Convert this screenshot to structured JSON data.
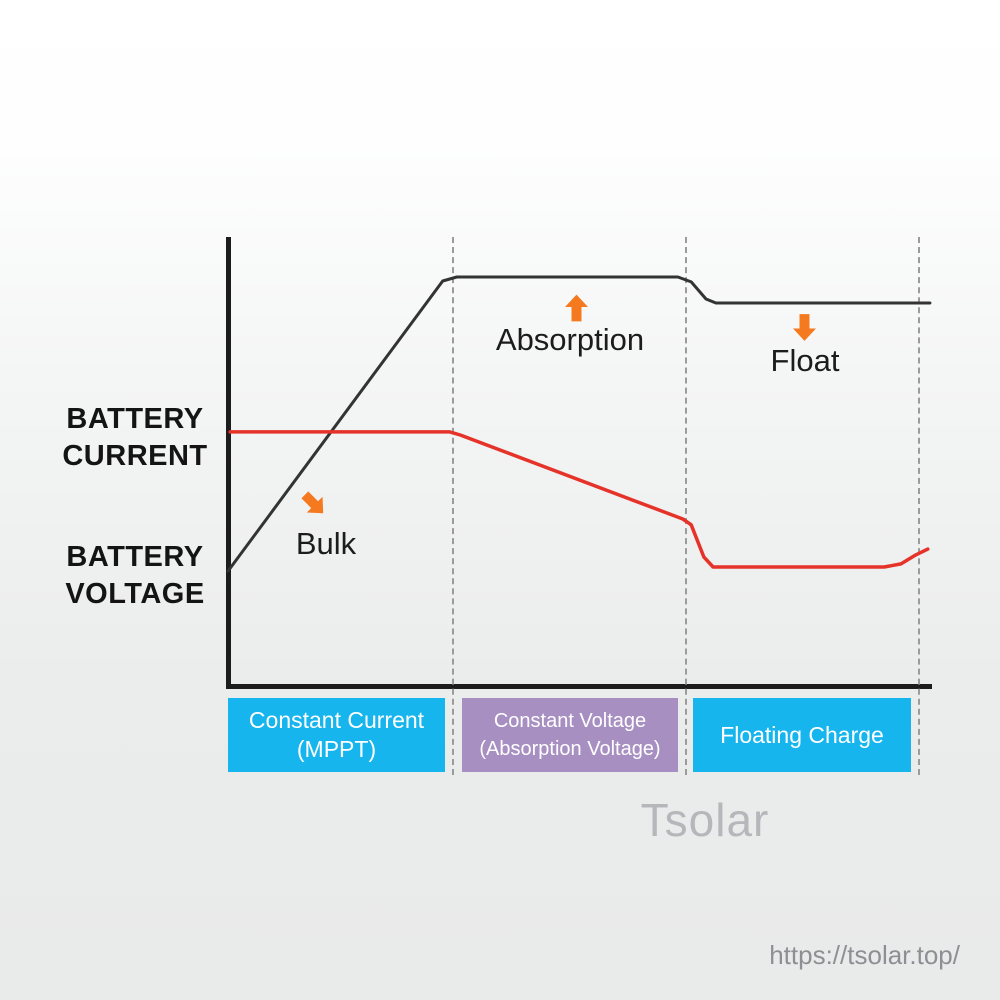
{
  "labels": {
    "current_line1": "BATTERY",
    "current_line2": "CURRENT",
    "voltage_line1": "BATTERY",
    "voltage_line2": "VOLTAGE"
  },
  "annotations": {
    "bulk": "Bulk",
    "absorption": "Absorption",
    "float": "Float"
  },
  "stages": [
    {
      "line1": "Constant Current",
      "line2": "(MPPT)",
      "color": "#16B5EE"
    },
    {
      "line1": "Constant Voltage",
      "line2": "(Absorption Voltage)",
      "color": "#A78FC2"
    },
    {
      "line1": "Floating Charge",
      "line2": "",
      "color": "#16B5EE"
    }
  ],
  "watermark": "Tsolar",
  "url": "https://tsolar.top/",
  "colors": {
    "orange_arrow": "#F5791F",
    "dashed_line": "#9B9B9B",
    "axis": "#1C1C1C"
  },
  "chart_data": {
    "type": "line",
    "title": "",
    "xlabel": "",
    "ylabel": "",
    "x_axis_note": "time (unlabeled), divided into 3 charging stages by dashed lines",
    "y_axis_note": "relative level 0-100 (unlabeled qualitative axis)",
    "grid": false,
    "legend": "none (series identified by left-side labels BATTERY CURRENT / BATTERY VOLTAGE)",
    "stage_boundaries_pct": [
      31.96,
      65.06,
      98.15
    ],
    "stage_names": [
      "Constant Current (MPPT) / Bulk",
      "Constant Voltage (Absorption Voltage) / Absorption",
      "Floating Charge / Float"
    ],
    "series": [
      {
        "name": "Battery Voltage",
        "color": "#333333",
        "width": 3,
        "points_pct": [
          [
            0,
            25.6
          ],
          [
            30.5,
            90.2
          ],
          [
            32.5,
            91.1
          ],
          [
            63.9,
            91.1
          ],
          [
            65.8,
            90.0
          ],
          [
            67.9,
            86.2
          ],
          [
            69.3,
            85.3
          ],
          [
            99.7,
            85.3
          ]
        ]
      },
      {
        "name": "Battery Current",
        "color": "#E5332A",
        "width": 3.5,
        "points_pct": [
          [
            0.3,
            56.6
          ],
          [
            31.5,
            56.6
          ],
          [
            33.0,
            55.9
          ],
          [
            64.6,
            37.2
          ],
          [
            65.8,
            35.9
          ],
          [
            67.6,
            28.7
          ],
          [
            68.9,
            26.5
          ],
          [
            93.2,
            26.5
          ],
          [
            95.6,
            27.2
          ],
          [
            97.7,
            29.2
          ],
          [
            99.4,
            30.5
          ]
        ]
      }
    ]
  }
}
